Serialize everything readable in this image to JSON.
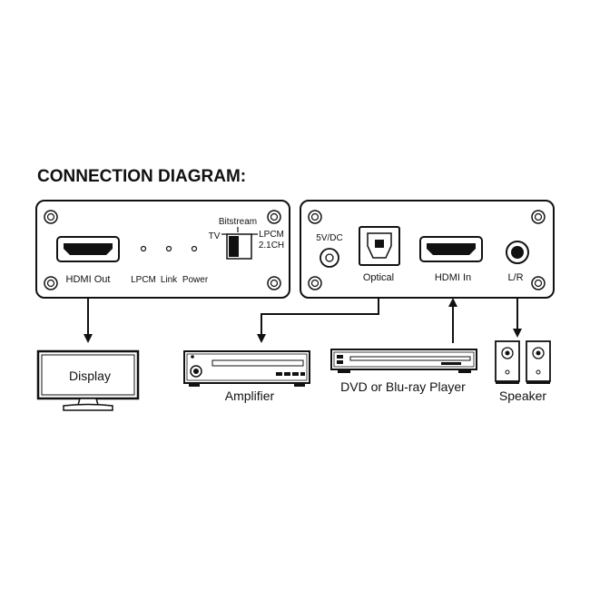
{
  "title": "CONNECTION DIAGRAM:",
  "front_panel": {
    "hdmi_out_label": "HDMI Out",
    "leds": [
      "LPCM",
      "Link",
      "Power"
    ],
    "switch": {
      "top_label": "Bitstream",
      "left_label": "TV",
      "right_label_line1": "LPCM",
      "right_label_line2": "2.1CH"
    }
  },
  "rear_panel": {
    "power_label": "5V/DC",
    "optical_label": "Optical",
    "hdmi_in_label": "HDMI In",
    "audio_label": "L/R"
  },
  "devices": {
    "display_label": "Display",
    "amplifier_label": "Amplifier",
    "player_label": "DVD or Blu-ray Player",
    "speaker_label": "Speaker"
  }
}
